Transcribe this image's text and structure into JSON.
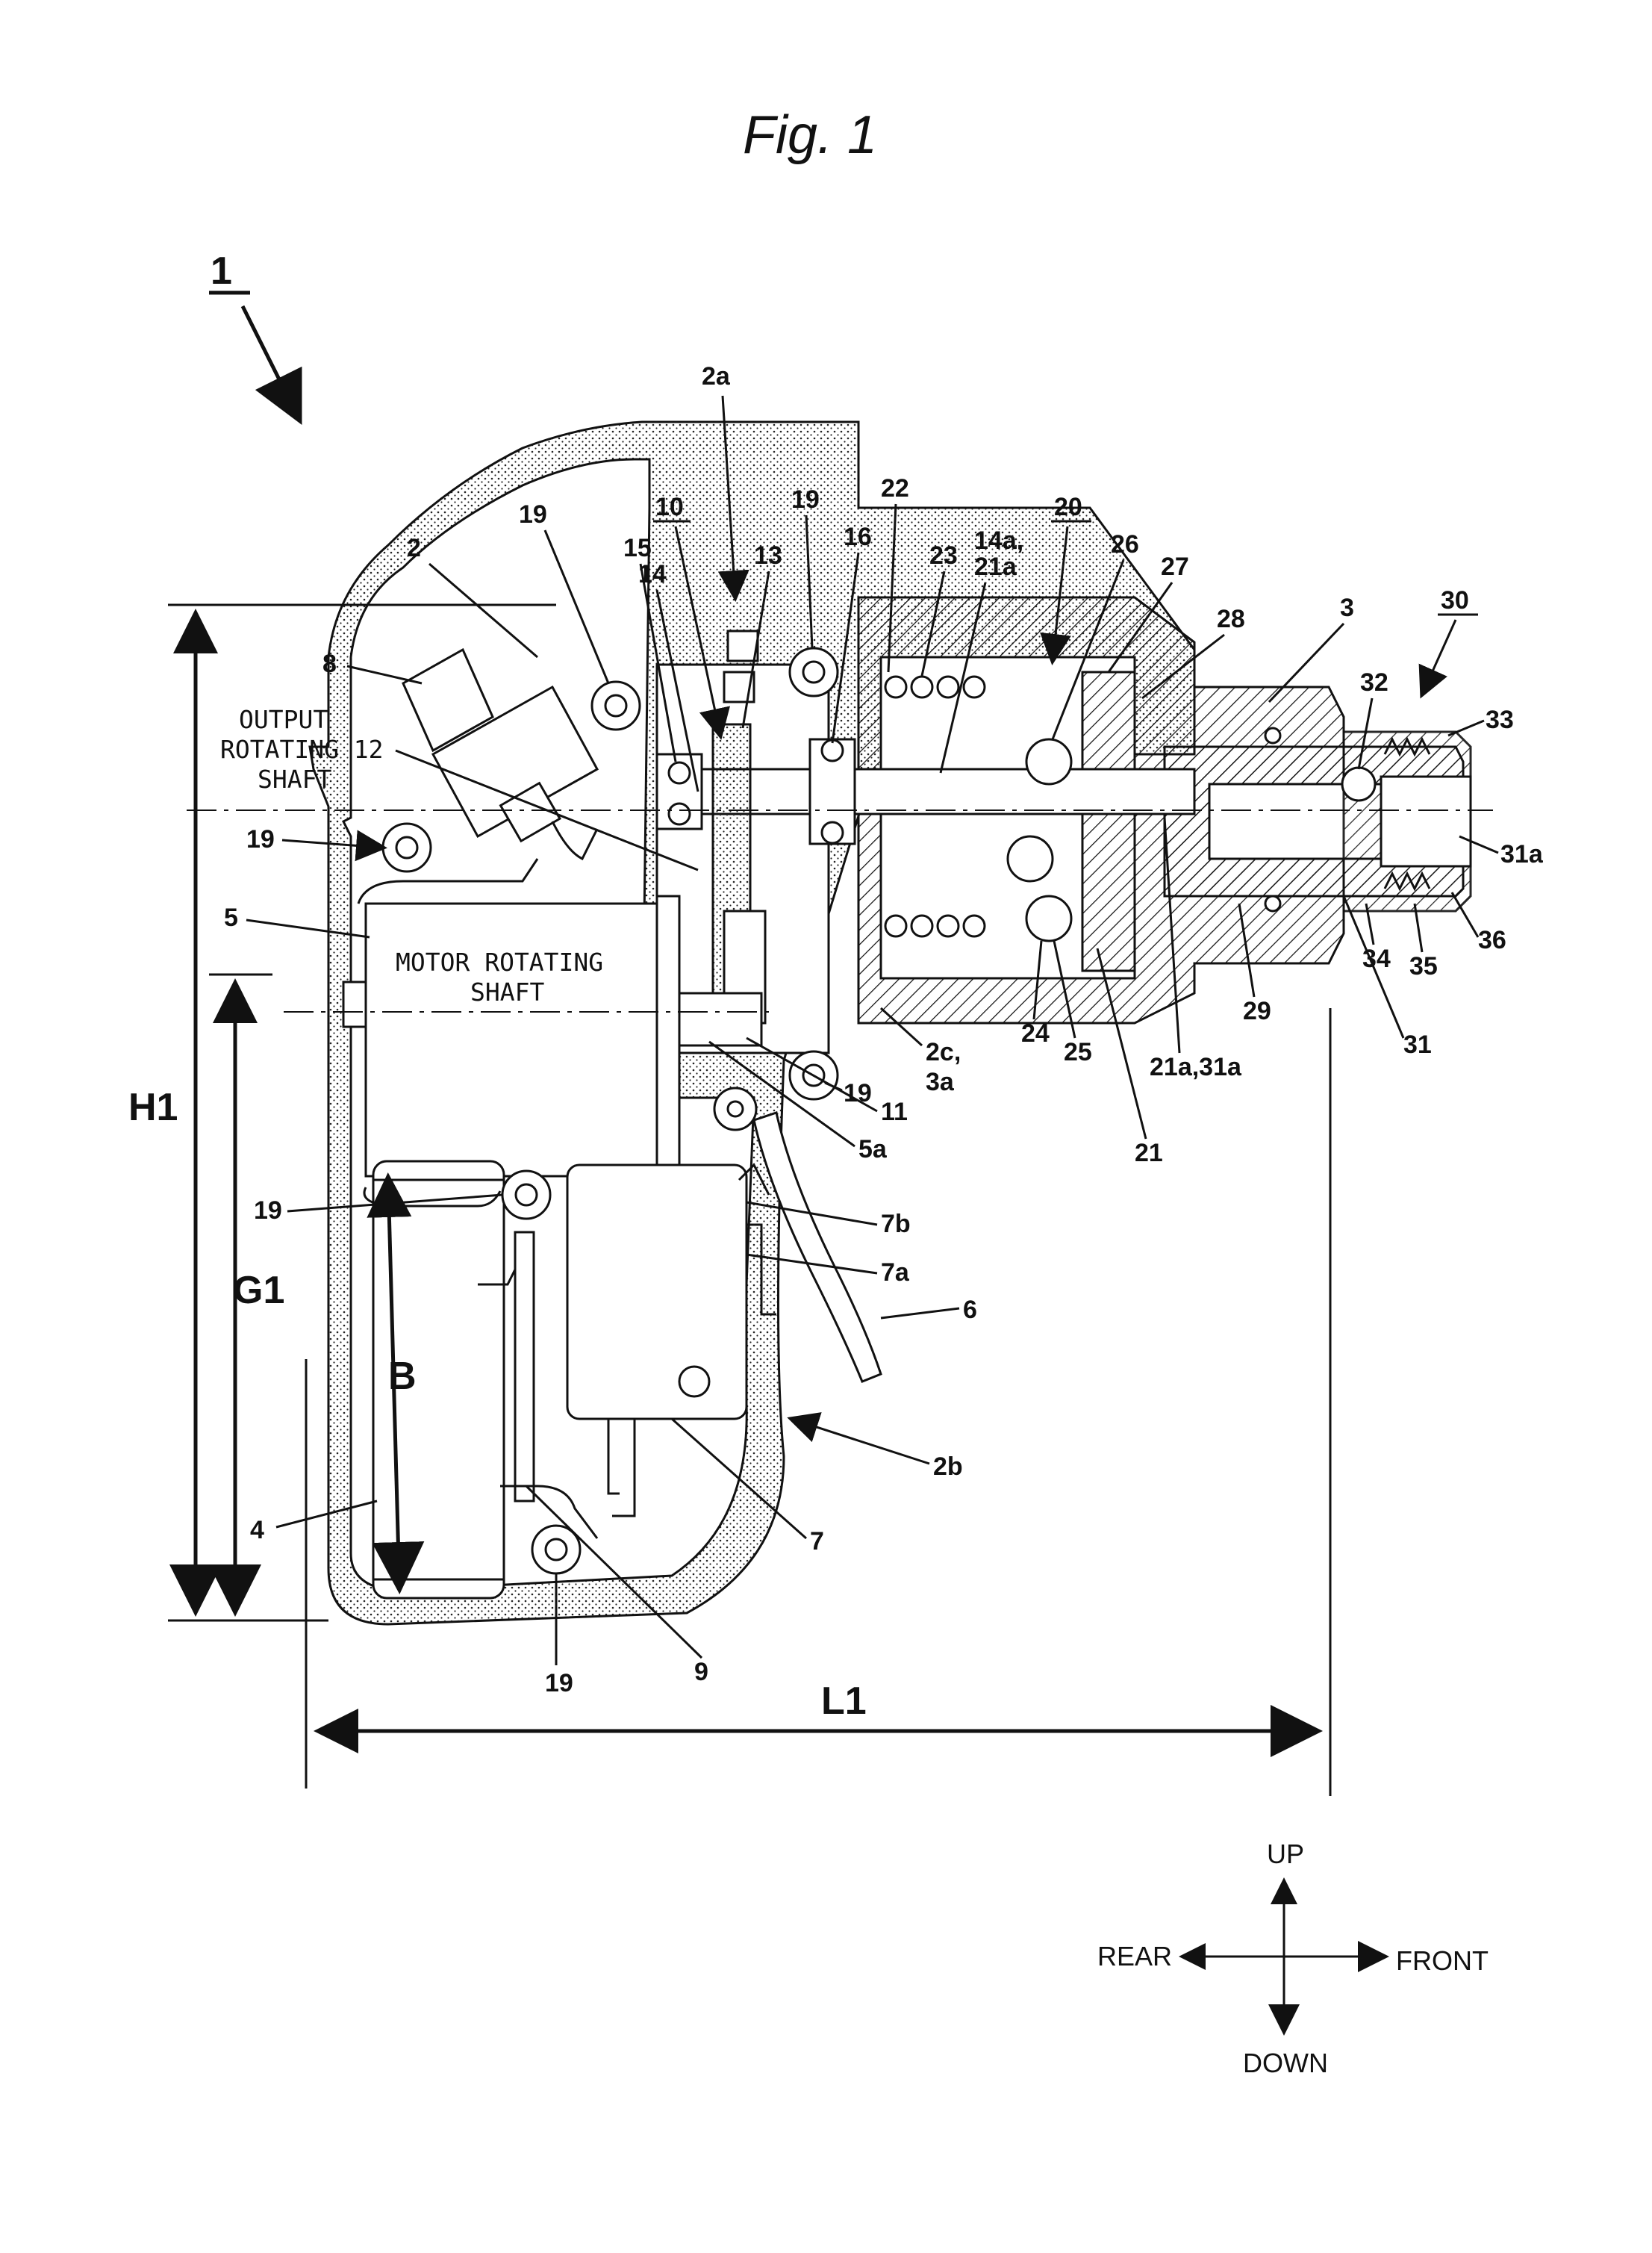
{
  "figure": {
    "title": "Fig.  1",
    "ref_number": "1"
  },
  "labels": {
    "l_2a": "2a",
    "l_10": "10",
    "l_20": "20",
    "l_30": "30",
    "l_19a": "19",
    "l_19b": "19",
    "l_19c": "19",
    "l_19d": "19",
    "l_19e": "19",
    "l_19f": "19",
    "l_2": "2",
    "l_15": "15",
    "l_14": "14",
    "l_13": "13",
    "l_16": "16",
    "l_22": "22",
    "l_23": "23",
    "l_14a": "14a,",
    "l_21a_top": "21a",
    "l_26": "26",
    "l_27": "27",
    "l_28": "28",
    "l_3": "3",
    "l_32": "32",
    "l_33": "33",
    "l_8": "8",
    "l_31a_r": "31a",
    "l_5": "5",
    "l_34": "34",
    "l_35": "35",
    "l_36": "36",
    "l_29": "29",
    "l_24": "24",
    "l_25": "25",
    "l_2c": "2c,",
    "l_3a": "3a",
    "l_31": "31",
    "l_21a31a": "21a,31a",
    "l_11": "11",
    "l_5a": "5a",
    "l_21": "21",
    "l_7b": "7b",
    "l_7a": "7a",
    "l_6": "6",
    "l_2b": "2b",
    "l_7": "7",
    "l_4": "4",
    "l_9": "9"
  },
  "text_labels": {
    "output_1": "OUTPUT",
    "output_2": "ROTATING 12",
    "output_3": "SHAFT",
    "motor_1": "MOTOR ROTATING",
    "motor_2": "SHAFT"
  },
  "dimensions": {
    "H1": "H1",
    "G1": "G1",
    "B": "B",
    "L1": "L1"
  },
  "directions": {
    "up": "UP",
    "down": "DOWN",
    "rear": "REAR",
    "front": "FRONT"
  }
}
